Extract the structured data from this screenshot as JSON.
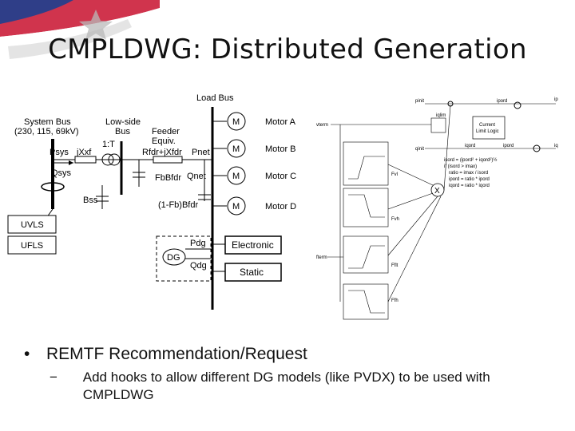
{
  "slide": {
    "title": "CMPLDWG: Distributed Generation",
    "bullet_1": "REMTF Recommendation/Request",
    "bullet_1_marker": "•",
    "bullet_2": "Add hooks to allow different DG models (like PVDX) to be used with CMPLDWG",
    "bullet_2_marker": "−"
  },
  "one_line_diagram": {
    "load_bus": "Load Bus",
    "system_bus": "System Bus",
    "system_bus_kv": "(230, 115, 69kV)",
    "low_side_bus_1": "Low-side",
    "low_side_bus_2": "Bus",
    "feeder_1": "Feeder",
    "feeder_2": "Equiv.",
    "psys": "Psys",
    "qsys": "Qsys",
    "jxxf": "jXxf",
    "tap": "1:T",
    "rfdr": "Rfdr+jXfdr",
    "pnet": "Pnet",
    "qnet": "Qnet",
    "fbbfdr": "FbBfdr",
    "bss": "Bss",
    "fb2": "(1-Fb)Bfdr",
    "uvls": "UVLS",
    "ufls": "UFLS",
    "dg": "DG",
    "pdg": "Pdg",
    "qdg": "Qdg",
    "electronic": "Electronic",
    "static": "Static",
    "motor_symbol": "M",
    "motor_a": "Motor A",
    "motor_b": "Motor B",
    "motor_c": "Motor C",
    "motor_d": "Motor D"
  },
  "control_diagram": {
    "pinit": "pinit",
    "ipord_top": "ipord",
    "ip": "ip",
    "vterm": "vterm",
    "iqlim": "iqlim",
    "current_limit_1": "Current",
    "current_limit_2": "Limit Logic",
    "qinit": "qinit",
    "iqord": "iqord",
    "ipord": "ipord",
    "iq": "iq",
    "x_symbol": "X",
    "fvl": "Fvl",
    "fvh": "Fvh",
    "fflt": "Fflt",
    "ffh": "Ffh",
    "fterm": "fterm",
    "eq_1": "isord = (ipord² + iqord²)½",
    "eq_2": "if (isord > imax)",
    "eq_3": "ratio = imax / isord",
    "eq_4": "ipord = ratio * ipord",
    "eq_5": "iqord = ratio * iqord"
  }
}
